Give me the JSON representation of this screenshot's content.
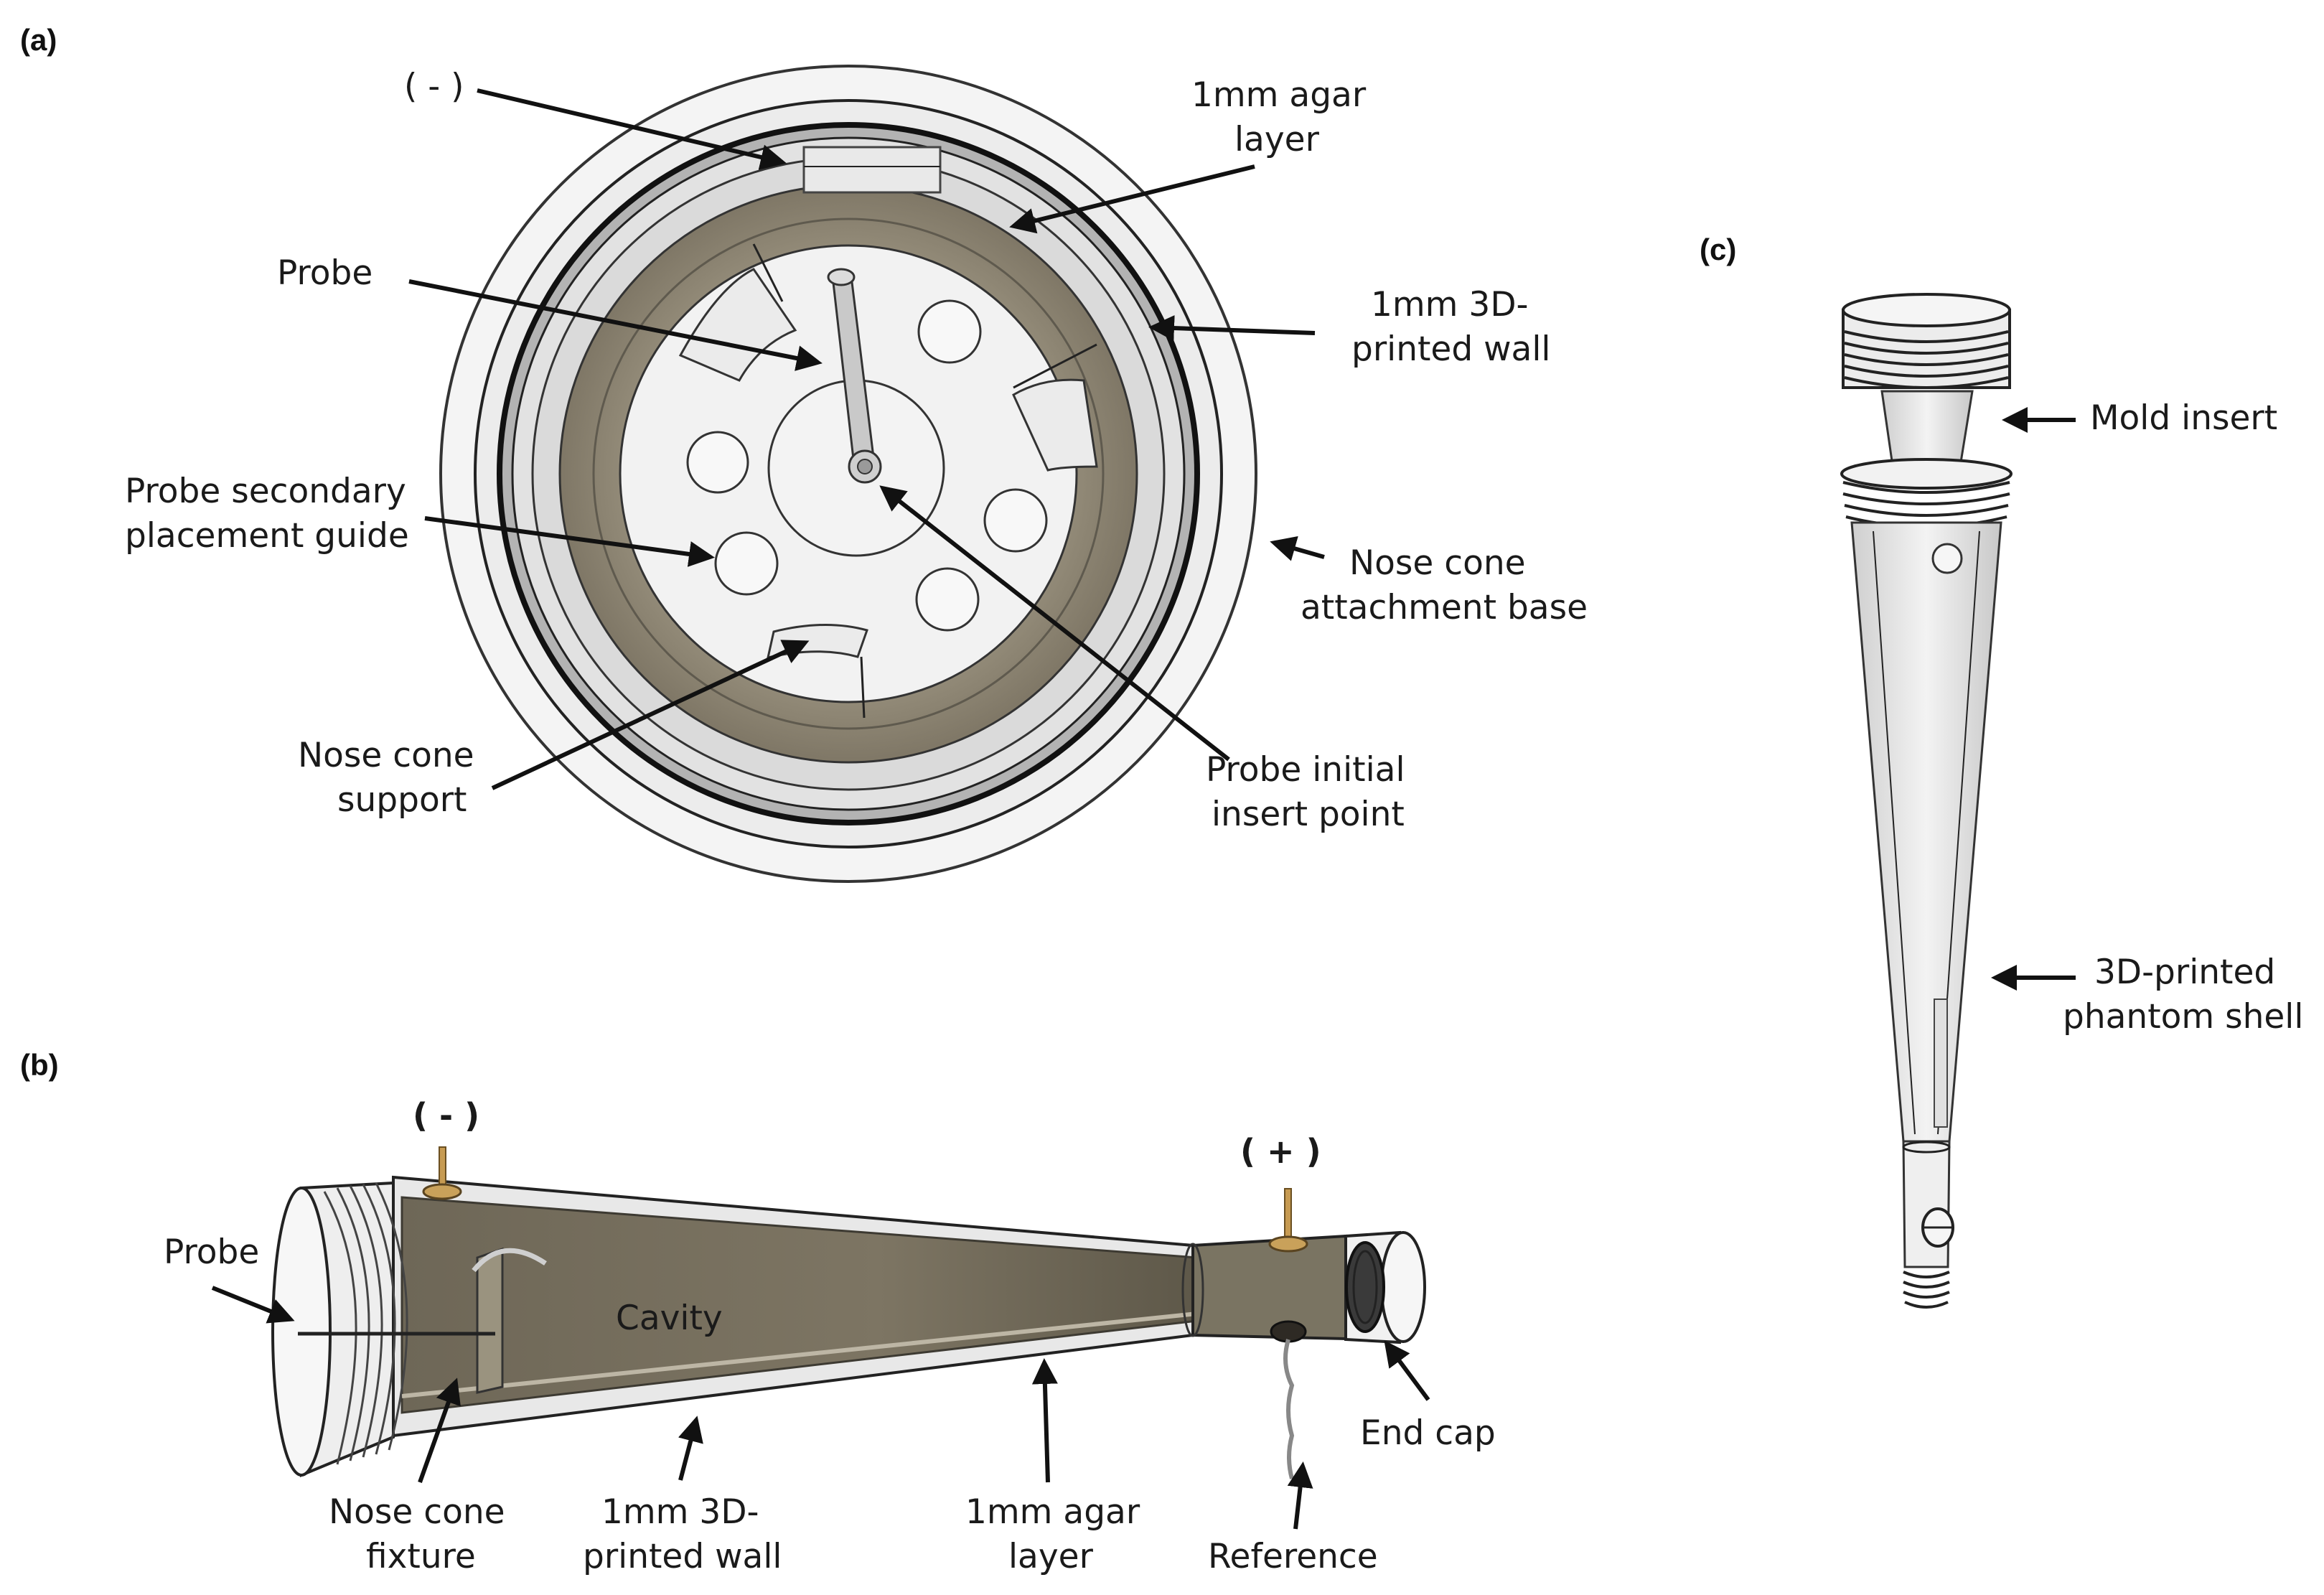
{
  "panels": {
    "a": "(a)",
    "b": "(b)",
    "c": "(c)"
  },
  "panel_a": {
    "minus_label": "( - )",
    "agar_layer": [
      "1mm agar",
      "layer"
    ],
    "probe": "Probe",
    "printed_wall": [
      "1mm 3D-",
      "printed wall"
    ],
    "secondary_guide": [
      "Probe secondary",
      "placement guide"
    ],
    "attachment_base": [
      "Nose cone",
      "attachment base"
    ],
    "cone_support": [
      "Nose cone",
      "support"
    ],
    "initial_insert": [
      "Probe initial",
      "insert point"
    ]
  },
  "panel_b": {
    "minus_label": "( - )",
    "plus_label": "( + )",
    "probe": "Probe",
    "cavity": "Cavity",
    "end_cap": "End cap",
    "fixture": [
      "Nose cone",
      "fixture"
    ],
    "printed_wall": [
      "1mm 3D-",
      "printed wall"
    ],
    "agar_layer": [
      "1mm agar",
      "layer"
    ],
    "reference": "Reference"
  },
  "panel_c": {
    "mold_insert": "Mold insert",
    "phantom_shell": [
      "3D-printed",
      "phantom shell"
    ]
  },
  "colors": {
    "agar": "#8b8373",
    "cavity": "#7a7260",
    "shell": "#e6e6e6",
    "brass": "#b8924a"
  }
}
